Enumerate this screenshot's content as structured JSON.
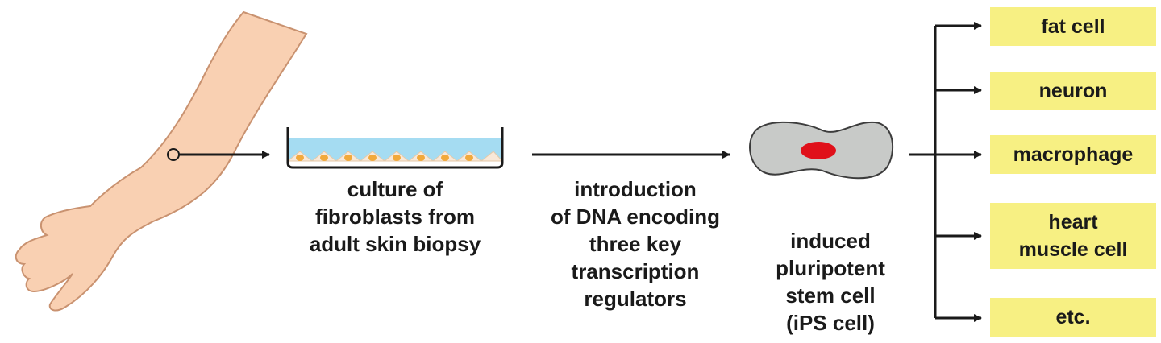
{
  "captions": {
    "culture": [
      "culture of",
      "fibroblasts from",
      "adult skin biopsy"
    ],
    "introduction": [
      "introduction",
      "of DNA encoding",
      "three key",
      "transcription",
      "regulators"
    ],
    "ips": [
      "induced",
      "pluripotent",
      "stem cell",
      "(iPS cell)"
    ]
  },
  "cell_types": [
    {
      "lines": [
        "fat cell"
      ]
    },
    {
      "lines": [
        "neuron"
      ]
    },
    {
      "lines": [
        "macrophage"
      ]
    },
    {
      "lines": [
        "heart",
        "muscle cell"
      ]
    },
    {
      "lines": [
        "etc."
      ]
    }
  ],
  "colors": {
    "skin": "#f9d0b2",
    "skin_outline": "#c99270",
    "medium": "#a5dcf2",
    "fibroblast": "#f2a93b",
    "cell_body": "#c8cac8",
    "nucleus": "#e0101a",
    "label_box": "#f7f083"
  },
  "icons": {
    "arm": "human-arm-illustration",
    "dish": "petri-dish-icon",
    "ips_cell": "stem-cell-icon"
  }
}
